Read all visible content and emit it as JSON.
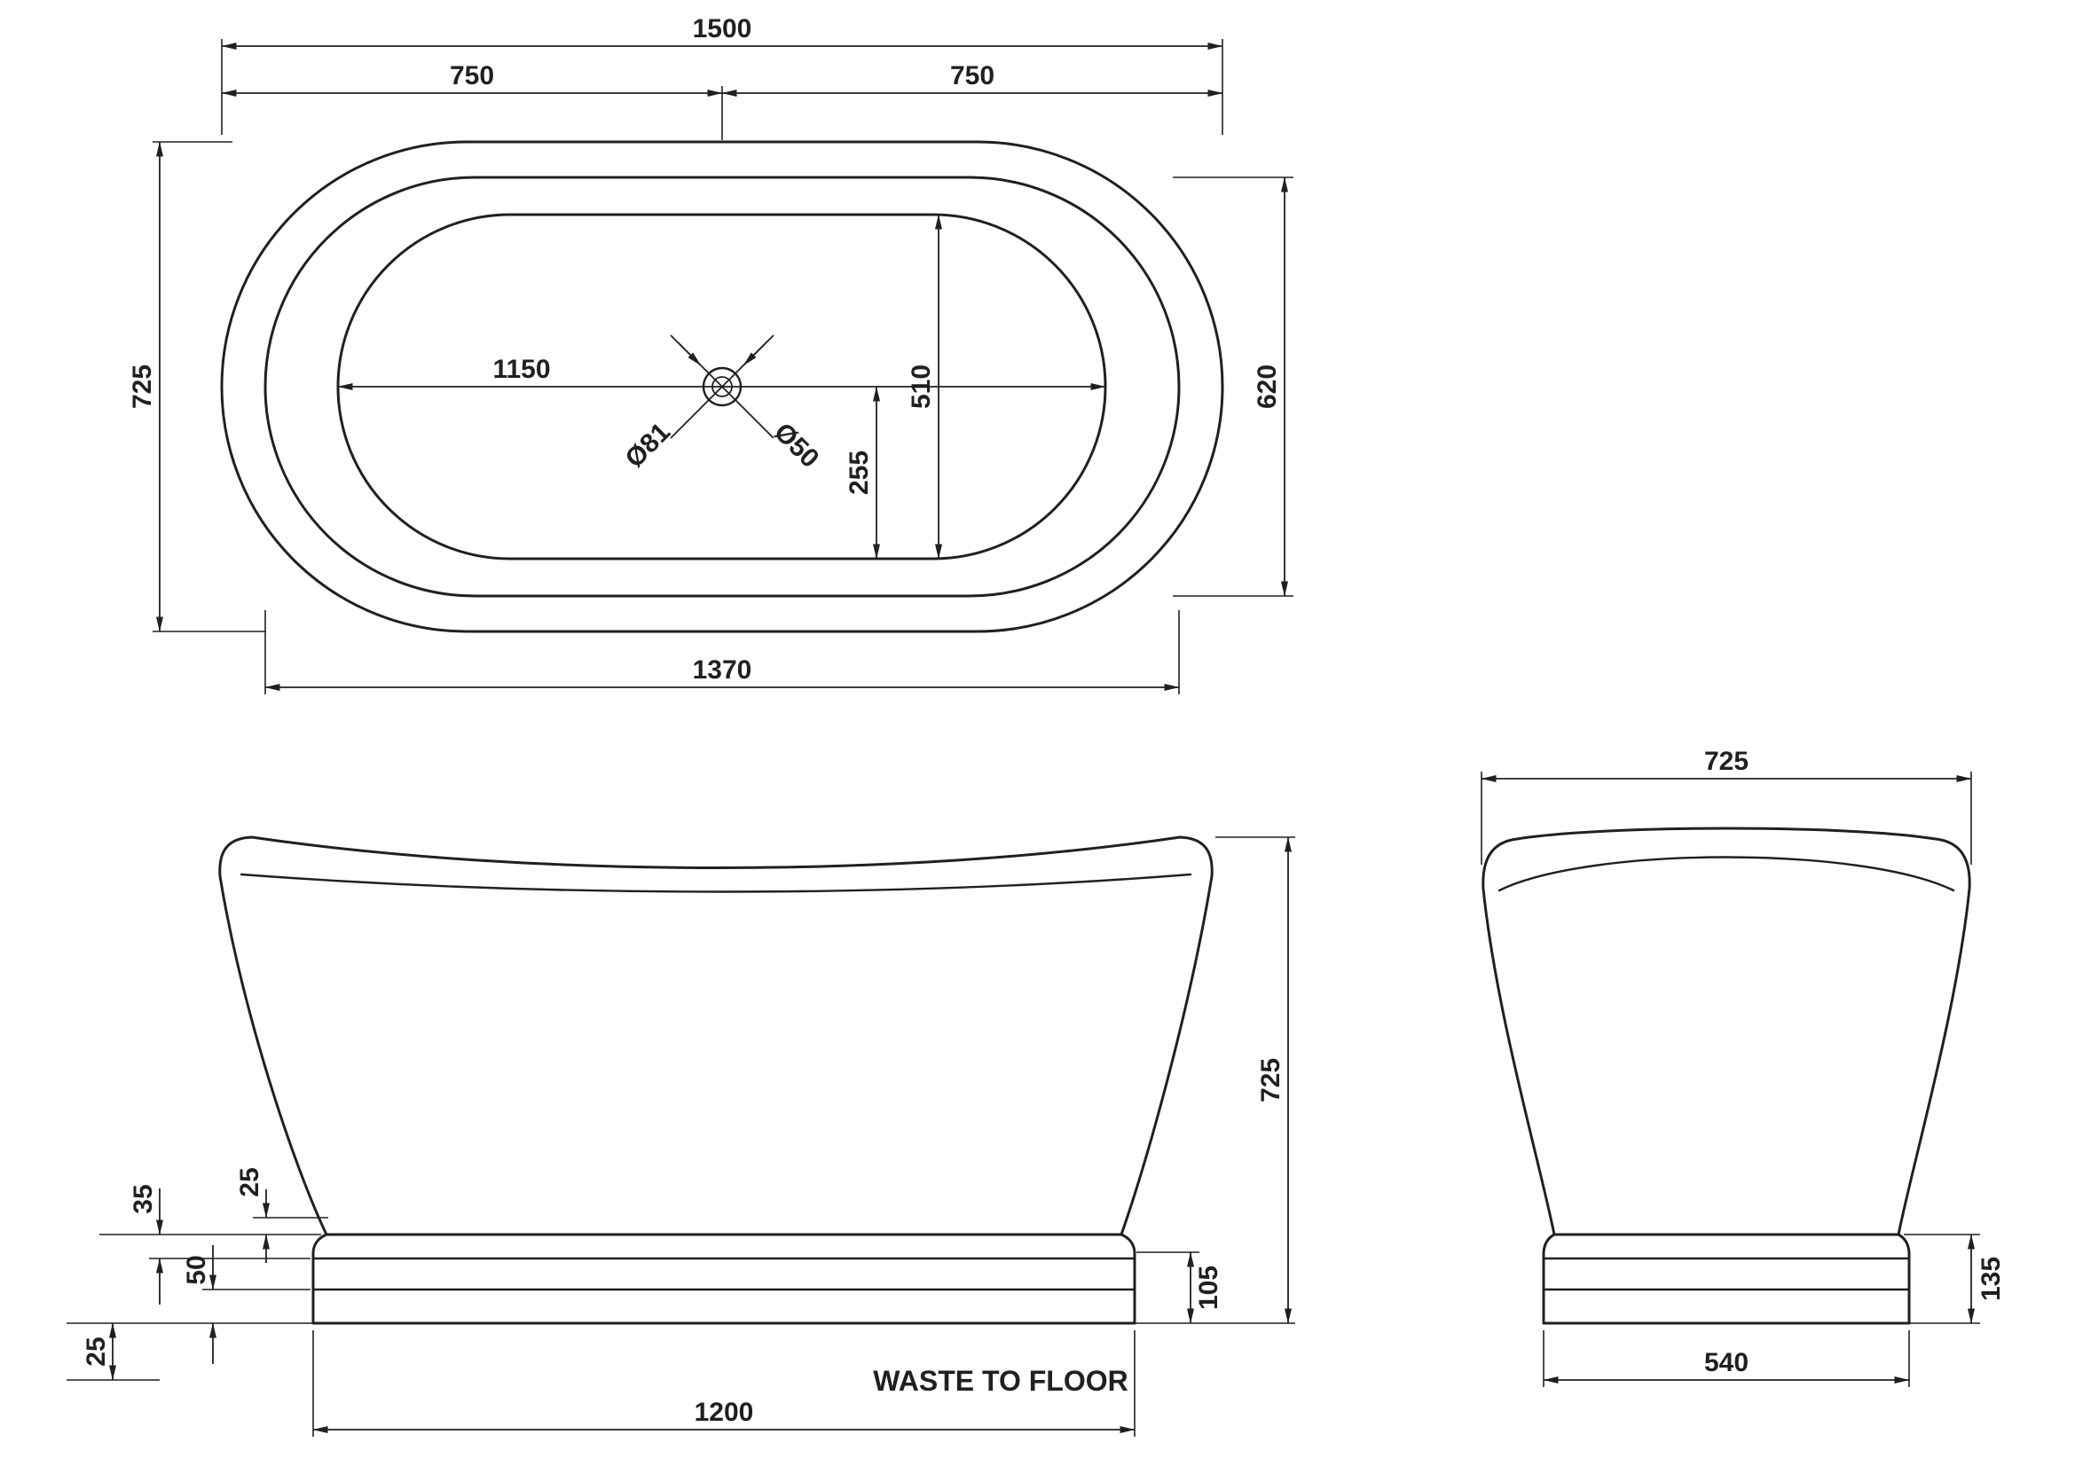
{
  "drawing": {
    "background": "#ffffff",
    "line_color": "#231f20",
    "views": {
      "plan": {
        "dims": {
          "overall_length": "1500",
          "half_left": "750",
          "half_right": "750",
          "overall_width": "725",
          "inner_rim_length": "1370",
          "inner_rim_width": "620",
          "basin_length": "1150",
          "basin_width": "510",
          "basin_half_width": "255",
          "waste_outer_dia": "Ø81",
          "waste_inner_dia": "Ø50"
        }
      },
      "side": {
        "dims": {
          "height": "725",
          "rim_to_skirt": "25",
          "skirt_band": "35",
          "plinth_band": "50",
          "below_floor": "25",
          "waste_height": "105",
          "base_length": "1200"
        },
        "waste_label": "WASTE TO FLOOR"
      },
      "end": {
        "dims": {
          "width": "725",
          "base_height": "135",
          "base_width": "540"
        }
      }
    }
  }
}
